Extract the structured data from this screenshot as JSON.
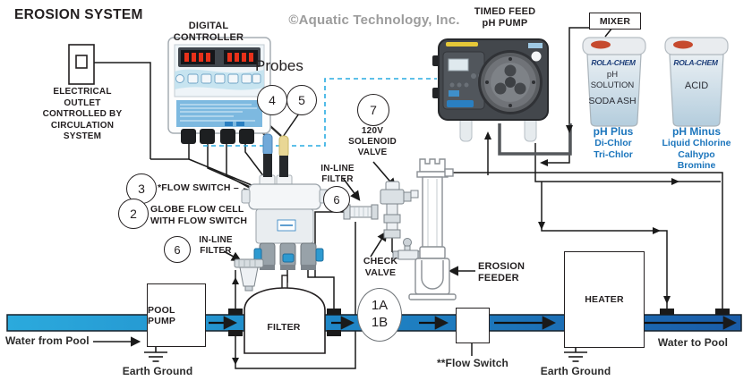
{
  "title": "EROSION SYSTEM",
  "watermark": "©Aquatic Technology, Inc.",
  "colors": {
    "pipe_light": "#2BAADD",
    "pipe_dark": "#1A5CA8",
    "dashed_wire": "#29ABE2",
    "caption_blue": "#1B75BC",
    "led_red": "#E8311A",
    "container_navy": "#1E3F7A"
  },
  "labels": {
    "digital_controller": "DIGITAL CONTROLLER",
    "timed_feed": [
      "TIMED FEED",
      "pH PUMP"
    ],
    "mixer": "MIXER",
    "electrical_outlet": [
      "ELECTRICAL",
      "OUTLET",
      "CONTROLLED BY",
      "CIRCULATION",
      "SYSTEM"
    ],
    "probes": "Probes",
    "solenoid_valve": [
      "120V",
      "SOLENOID",
      "VALVE"
    ],
    "inline_filter": [
      "IN-LINE",
      "FILTER"
    ],
    "flow_switch_callout": "*FLOW SWITCH –",
    "globe_flow_cell": [
      "GLOBE FLOW CELL",
      "WITH FLOW SWITCH"
    ],
    "check_valve": [
      "CHECK",
      "VALVE"
    ],
    "erosion_feeder": [
      "EROSION",
      "FEEDER"
    ],
    "pool_pump": [
      "POOL",
      "PUMP"
    ],
    "filter": "FILTER",
    "heater": "HEATER",
    "flow_switch": "**Flow Switch",
    "water_from_pool": "Water from Pool",
    "water_to_pool": "Water to Pool",
    "earth_ground": "Earth Ground"
  },
  "callouts": {
    "c1a": "1A",
    "c1b": "1B",
    "c2": "2",
    "c3": "3",
    "c4": "4",
    "c5": "5",
    "c6": "6",
    "c7": "7"
  },
  "chemicals": {
    "container1": {
      "brand": "ROLA-CHEM",
      "label": [
        "pH",
        "SOLUTION",
        "SODA ASH"
      ],
      "caption": [
        "pH Plus",
        "Di-Chlor",
        "Tri-Chlor"
      ]
    },
    "container2": {
      "brand": "ROLA-CHEM",
      "label": [
        "ACID"
      ],
      "caption": [
        "pH Minus",
        "Liquid Chlorine",
        "Calhypo",
        "Bromine"
      ]
    }
  }
}
